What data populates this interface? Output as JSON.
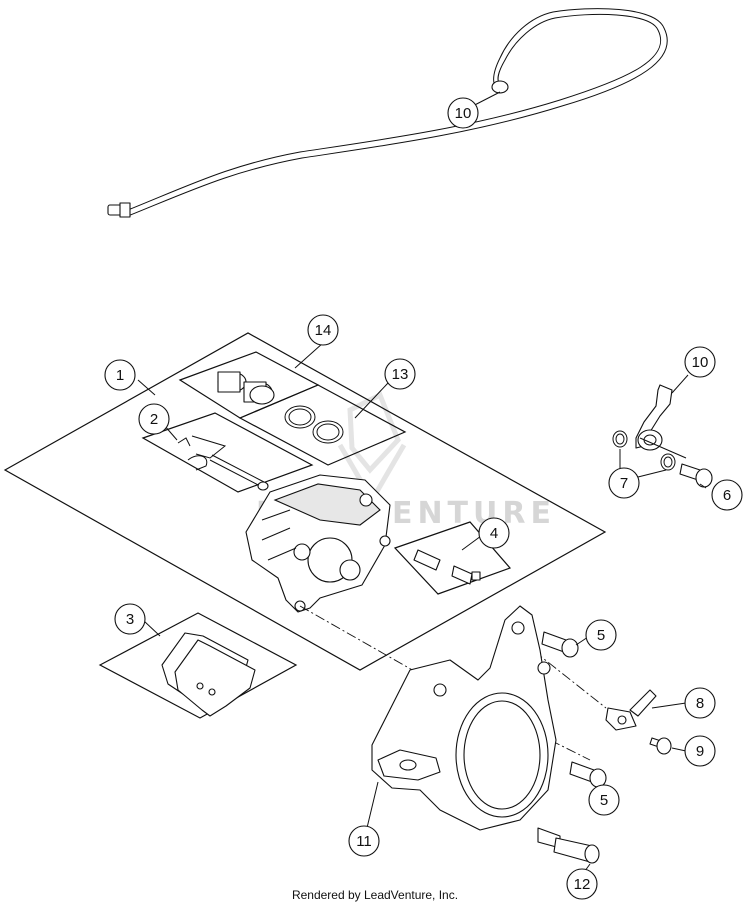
{
  "callouts": {
    "c10_top": "10",
    "c14": "14",
    "c1": "1",
    "c13": "13",
    "c2": "2",
    "c10_side": "10",
    "c7": "7",
    "c6": "6",
    "c4": "4",
    "c3": "3",
    "c5_top": "5",
    "c8": "8",
    "c9": "9",
    "c5_bottom": "5",
    "c11": "11",
    "c12": "12"
  },
  "watermark": "LEADVENTURE",
  "footer": "Rendered by LeadVenture, Inc.",
  "colors": {
    "line": "#111111",
    "watermark": "#d6d6d6",
    "background": "#ffffff"
  }
}
